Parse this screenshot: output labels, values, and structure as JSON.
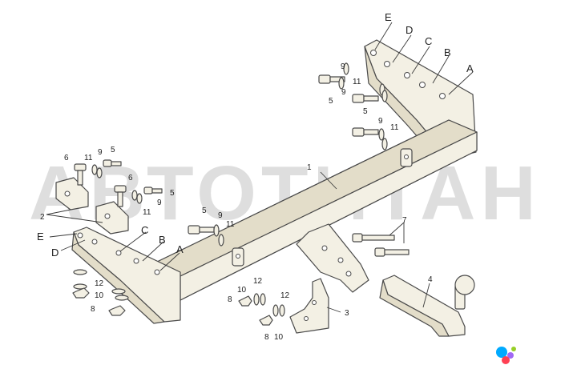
{
  "watermark": {
    "text": "АВТОТИТАН"
  },
  "brand": {
    "text": "Avito",
    "dot_colors": [
      "#00aaff",
      "#a168f4",
      "#ff4053",
      "#97cf26"
    ]
  },
  "labels": {
    "main_frame": "1",
    "mount_bracket": "2",
    "socket_plate": "3",
    "tow_ball": "4",
    "bolt": "5",
    "bolt_short": "6",
    "bolt_long": "7",
    "nut": "8",
    "lock_washer": "9",
    "washer_small": "10",
    "washer_flat": "11",
    "washer_large": "12",
    "hole_a": "A",
    "hole_b": "B",
    "hole_c": "C",
    "hole_d": "D",
    "hole_e": "E"
  }
}
